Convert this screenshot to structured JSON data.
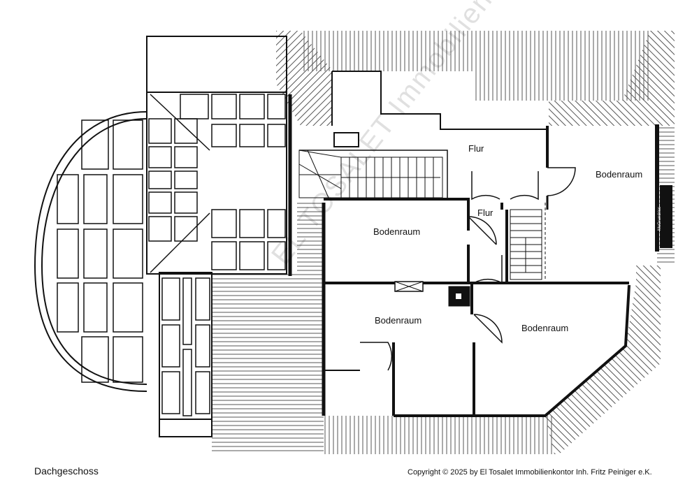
{
  "plan": {
    "floor_label": "Dachgeschoss",
    "copyright": "Copyright © 2025  by El Tosalet Immobilienkontor Inh. Fritz Peiniger e.K.",
    "watermark": "EL TOSALET Immobilienkontor",
    "small_mark": "McGrundriss",
    "rooms": [
      {
        "name": "Flur"
      },
      {
        "name": "Bodenraum"
      },
      {
        "name": "Flur"
      },
      {
        "name": "Bodenraum"
      },
      {
        "name": "Bodenraum"
      },
      {
        "name": "Bodenraum"
      }
    ]
  }
}
